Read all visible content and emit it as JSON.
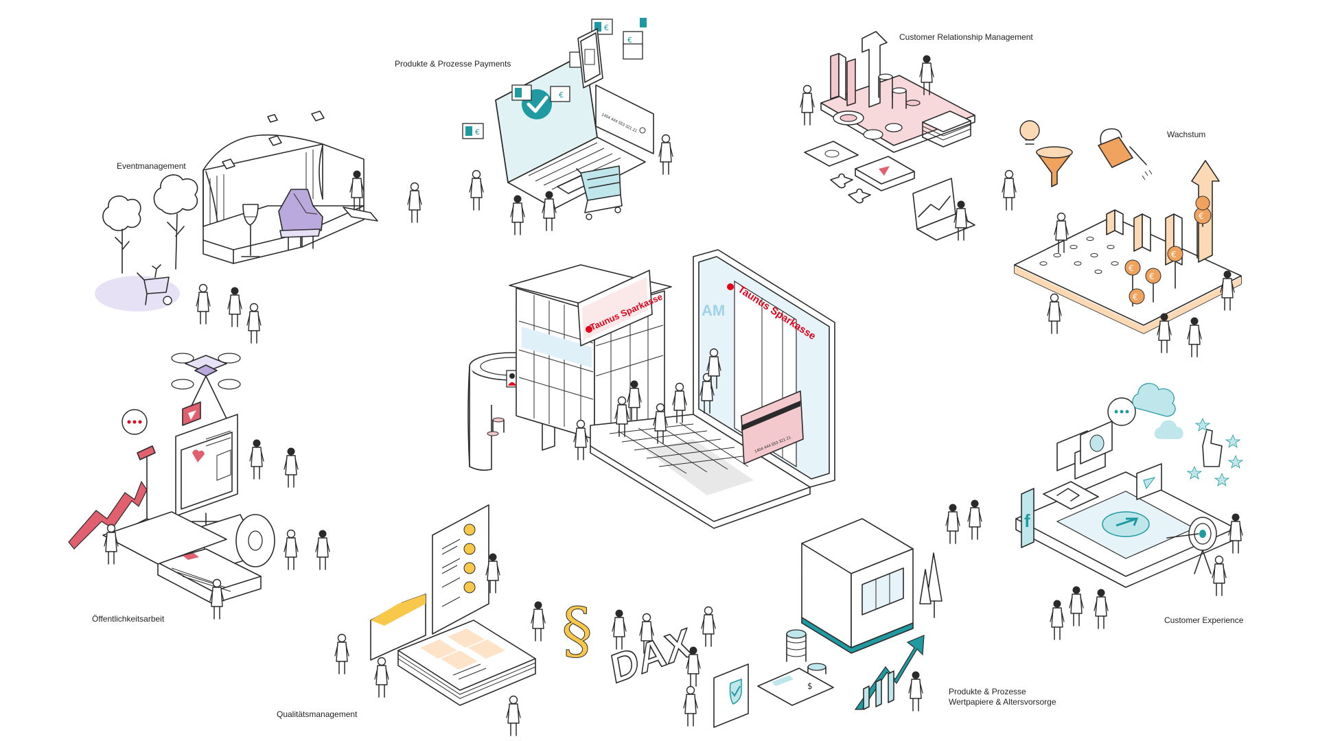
{
  "labels": {
    "eventmanagement": "Eventmanagement",
    "payments": "Produkte & Prozesse Payments",
    "crm": "Customer Relationship Management",
    "growth": "Wachstum",
    "public_relations": "Öffentlichkeitsarbeit",
    "quality": "Qualitätsmanagement",
    "securities": "Produkte & Prozesse\nWertpapiere & Altersvorsorge",
    "customer_experience": "Customer Experience"
  },
  "center": {
    "brand_sign": "Taunus Sparkasse",
    "brand_screen": "Taunus Sparkasse",
    "screen_initials": "AM",
    "card_number": "1404 444 553 321 21"
  },
  "payments": {
    "currency_symbol": "€",
    "card_number": "1404 444 553 321 21"
  },
  "securities": {
    "index_letters": "DAX",
    "dollar_symbol": "$"
  },
  "growth": {
    "currency_symbol": "€"
  },
  "quality": {
    "paragraph_symbol": "§"
  },
  "customer_experience": {
    "social_letter": "f"
  },
  "colors": {
    "accent_red": "#e2001a",
    "teal": "#1e9aa0",
    "teal_light": "#bfe6ea",
    "orange": "#f0a35e",
    "orange_light": "#fbd9b5",
    "pink": "#f4c9cd",
    "purple": "#b9a9dc",
    "purple_light": "#e7e1f5",
    "yellow": "#f7c84a",
    "line": "#2a2a2a"
  }
}
